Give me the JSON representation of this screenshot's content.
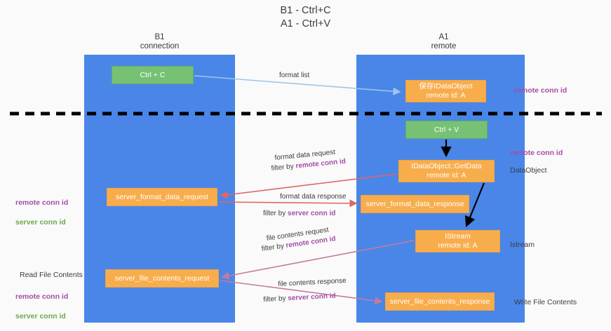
{
  "title": "B1 - Ctrl+C\nA1 - Ctrl+V",
  "columns": {
    "left": "B1\nconnection",
    "right": "A1\nremote"
  },
  "boxes": {
    "ctrl_c": "Ctrl + C",
    "idataobject": "保存IDataObject\nremote id: A",
    "ctrl_v": "Ctrl + V",
    "getdata": "IDataObject::GetData\nremote id: A",
    "server_format_data_request": "server_format_data_request",
    "server_format_data_response": "server_format_data_response",
    "istream": "IStream\nremote id: A",
    "server_file_contents_request": "server_file_contents_request",
    "server_file_contents_response": "server_file_contents_response"
  },
  "side_labels": {
    "remote_conn_id_top": "remote conn id",
    "remote_conn_id_mid": "remote conn id",
    "dataobject": "DataObject",
    "istream": "Istream",
    "write_file_contents": "Write File Contents",
    "read_file_contents": "Read File Contents",
    "left_remote_conn_id": "remote conn id",
    "left_server_conn_id": "server conn id",
    "left_remote_conn_id_2": "remote conn id",
    "left_server_conn_id_2": "server conn id"
  },
  "arrow_labels": {
    "format_list": "format list",
    "format_data_request": "format data request",
    "filter_by": "filter by ",
    "remote_conn_id": "remote conn id",
    "format_data_response": "format data response",
    "server_conn_id": "server conn id",
    "file_contents_request": "file contents request",
    "file_contents_response": "file contents response"
  },
  "colors": {
    "lane": "#4a86e8",
    "green_box": "#76c174",
    "orange_box": "#f8ad4c",
    "purple_text": "#a64ca6",
    "green_text": "#6aa84f",
    "divider": "#000000",
    "arrow_format_list": "#9fc5e8",
    "arrow_format_data": "#e06666",
    "arrow_file_contents": "#c27ba0",
    "arrow_black": "#000000"
  }
}
